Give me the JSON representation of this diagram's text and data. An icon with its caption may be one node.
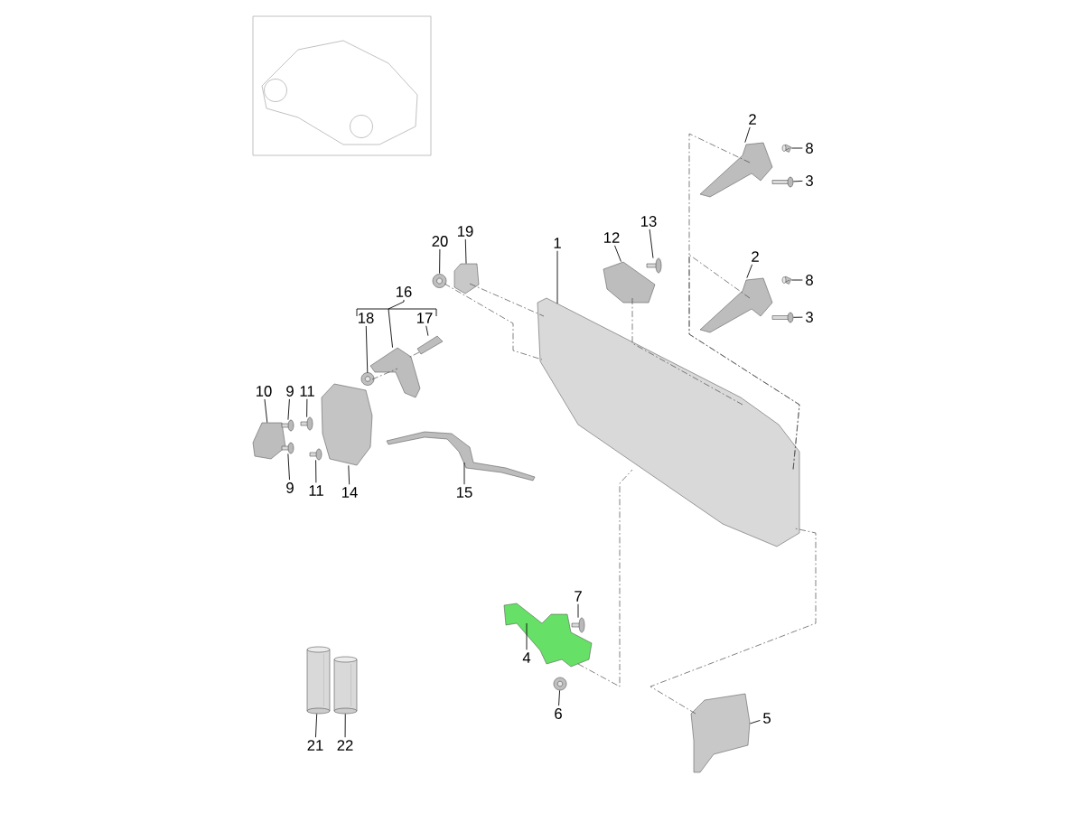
{
  "diagram": {
    "nodes": [
      {
        "text": [
          "1"
        ]
      },
      {
        "text": [
          "2"
        ]
      },
      {
        "text": [
          "8"
        ]
      },
      {
        "text": [
          "3"
        ]
      },
      {
        "text": [
          "2"
        ]
      },
      {
        "text": [
          "8"
        ]
      },
      {
        "text": [
          "3"
        ]
      },
      {
        "text": [
          "12"
        ]
      },
      {
        "text": [
          "13"
        ]
      },
      {
        "text": [
          "20"
        ]
      },
      {
        "text": [
          "19"
        ]
      },
      {
        "text": [
          "16"
        ]
      },
      {
        "text": [
          "18"
        ]
      },
      {
        "text": [
          "17"
        ]
      },
      {
        "text": [
          "10"
        ]
      },
      {
        "text": [
          "9"
        ]
      },
      {
        "text": [
          "11"
        ]
      },
      {
        "text": [
          "9"
        ]
      },
      {
        "text": [
          "11"
        ]
      },
      {
        "text": [
          "14"
        ]
      },
      {
        "text": [
          "15"
        ]
      },
      {
        "text": [
          "7"
        ]
      },
      {
        "text": [
          "4"
        ]
      },
      {
        "text": [
          "6"
        ]
      },
      {
        "text": [
          "5"
        ]
      },
      {
        "text": [
          "21"
        ]
      },
      {
        "text": [
          "22"
        ]
      },
      {
        "text": [],
        "shape": "picture"
      },
      {
        "text": [],
        "shape": "picture"
      },
      {
        "text": [],
        "shape": "picture"
      },
      {
        "text": [],
        "shape": "picture"
      },
      {
        "text": [],
        "shape": "picture"
      },
      {
        "text": [],
        "shape": "picture"
      },
      {
        "text": [],
        "shape": "picture"
      },
      {
        "text": [],
        "shape": "picture"
      },
      {
        "text": [],
        "shape": "picture"
      },
      {
        "text": [],
        "shape": "picture"
      },
      {
        "text": [],
        "shape": "picture"
      },
      {
        "text": [],
        "shape": "picture"
      },
      {
        "text": [],
        "shape": "picture"
      },
      {
        "text": [],
        "shape": "picture"
      },
      {
        "text": [],
        "shape": "picture"
      },
      {
        "text": [],
        "shape": "picture"
      },
      {
        "text": [],
        "shape": "picture"
      },
      {
        "text": [],
        "shape": "picture"
      },
      {
        "text": [],
        "shape": "picture"
      },
      {
        "text": [],
        "shape": "picture"
      },
      {
        "text": [],
        "shape": "picture"
      },
      {
        "text": [],
        "shape": "picture"
      },
      {
        "text": [],
        "shape": "picture"
      },
      {
        "text": [],
        "shape": "picture"
      },
      {
        "text": [],
        "shape": "picture"
      },
      {
        "text": [],
        "shape": "picture"
      },
      {
        "text": [],
        "shape": "picture"
      }
    ],
    "edges": [
      {
        "from": 0,
        "to": 27,
        "arrow": "none"
      },
      {
        "from": 1,
        "to": 28,
        "arrow": "none"
      },
      {
        "from": 2,
        "to": 29,
        "arrow": "none"
      },
      {
        "from": 3,
        "to": 30,
        "arrow": "none"
      },
      {
        "from": 4,
        "to": 31,
        "arrow": "none"
      },
      {
        "from": 5,
        "to": 32,
        "arrow": "none"
      },
      {
        "from": 6,
        "to": 33,
        "arrow": "none"
      },
      {
        "from": 7,
        "to": 34,
        "arrow": "none"
      },
      {
        "from": 8,
        "to": 35,
        "arrow": "none"
      },
      {
        "from": 9,
        "to": 36,
        "arrow": "none"
      },
      {
        "from": 10,
        "to": 37,
        "arrow": "none"
      },
      {
        "from": 11,
        "to": 38,
        "arrow": "none"
      },
      {
        "from": 12,
        "to": 39,
        "arrow": "none"
      },
      {
        "from": 13,
        "to": 40,
        "arrow": "none"
      },
      {
        "from": 14,
        "to": 41,
        "arrow": "none"
      },
      {
        "from": 15,
        "to": 42,
        "arrow": "none"
      },
      {
        "from": 16,
        "to": 43,
        "arrow": "none"
      },
      {
        "from": 17,
        "to": 44,
        "arrow": "none"
      },
      {
        "from": 18,
        "to": 45,
        "arrow": "none"
      },
      {
        "from": 19,
        "to": 46,
        "arrow": "none"
      },
      {
        "from": 20,
        "to": 47,
        "arrow": "none"
      },
      {
        "from": 21,
        "to": 48,
        "arrow": "none"
      },
      {
        "from": 22,
        "to": 49,
        "arrow": "none"
      },
      {
        "from": 23,
        "to": 50,
        "arrow": "none"
      },
      {
        "from": 24,
        "to": 51,
        "arrow": "none"
      },
      {
        "from": 25,
        "to": 52,
        "arrow": "none"
      },
      {
        "from": 26,
        "to": 53,
        "arrow": "none"
      },
      {
        "from": 28,
        "to": 27,
        "arrow": "none",
        "style": "dashed"
      },
      {
        "from": 31,
        "to": 27,
        "arrow": "none",
        "style": "dashed"
      },
      {
        "from": 36,
        "to": 27,
        "arrow": "none",
        "style": "dashed"
      },
      {
        "from": 37,
        "to": 27,
        "arrow": "none",
        "style": "dashed"
      },
      {
        "from": 34,
        "to": 27,
        "arrow": "none",
        "style": "dashed"
      },
      {
        "from": 39,
        "to": 38,
        "arrow": "none",
        "style": "dashed"
      },
      {
        "from": 40,
        "to": 38,
        "arrow": "none",
        "style": "dashed"
      },
      {
        "from": 49,
        "to": 27,
        "arrow": "none",
        "style": "dashed"
      },
      {
        "from": 51,
        "to": 27,
        "arrow": "none",
        "style": "dashed"
      }
    ]
  }
}
